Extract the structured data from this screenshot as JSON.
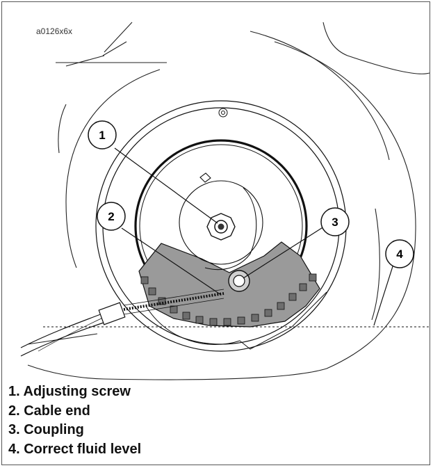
{
  "figure": {
    "id": "a0126x6x"
  },
  "callouts": [
    {
      "num": "1",
      "label": "Adjusting screw"
    },
    {
      "num": "2",
      "label": "Cable end"
    },
    {
      "num": "3",
      "label": "Coupling"
    },
    {
      "num": "4",
      "label": "Correct fluid level"
    }
  ],
  "legend": [
    "1. Adjusting screw",
    "2. Cable end",
    "3. Coupling",
    "4. Correct fluid level"
  ],
  "colors": {
    "line": "#111111",
    "fill_gray": "#9a9a9a",
    "dark_gray": "#6e6e6e"
  }
}
